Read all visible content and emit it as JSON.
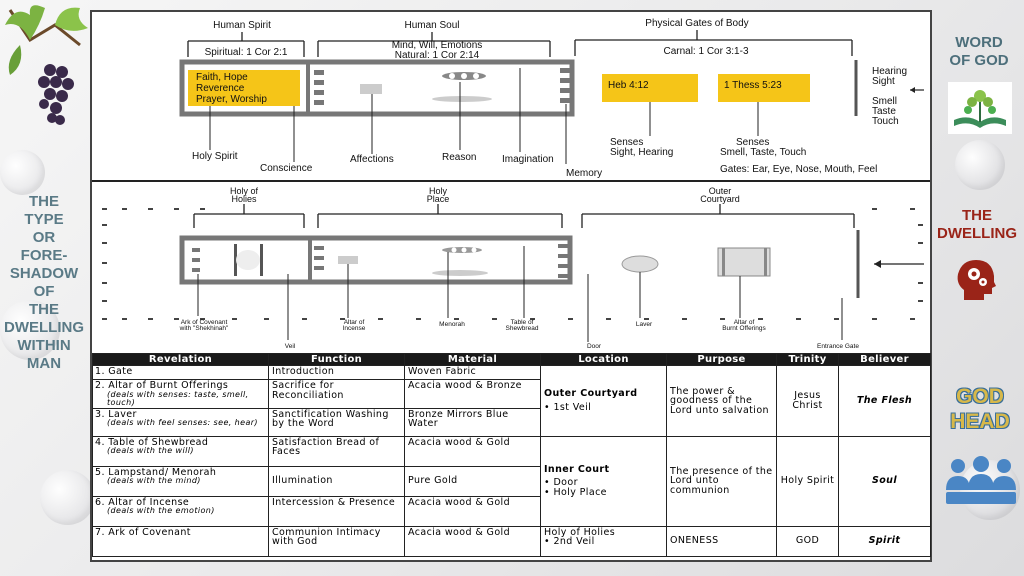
{
  "left_title": [
    "THE",
    "TYPE",
    "OR",
    "FORE-",
    "SHADOW",
    "OF",
    "THE",
    "DWELLING",
    "WITHIN",
    "MAN"
  ],
  "right_labels": {
    "word_of_god": [
      "WORD",
      "OF GOD"
    ],
    "the_dwelling": [
      "THE",
      "DWELLING"
    ],
    "god_head": [
      "GOD",
      "HEAD"
    ]
  },
  "icons": {
    "grapes": "grapes-icon",
    "book": "book-tree-icon",
    "head": "head-gears-icon",
    "people": "people-group-icon"
  },
  "colors": {
    "highlight": "#f5c518",
    "left_title": "#5a7a86",
    "dwelling": "#9a2418",
    "godhead": "#d7b84a"
  },
  "man_diagram": {
    "human_spirit": "Human Spirit",
    "human_soul": "Human Soul",
    "physical_gates": "Physical Gates of Body",
    "spiritual_ref": "Spiritual:  1 Cor 2:1",
    "soul_ref1": "Mind, Will, Emotions",
    "soul_ref2": "Natural: 1 Cor 2:14",
    "carnal_ref": "Carnal:  1 Cor 3:1-3",
    "spirit_box": [
      "Faith, Hope",
      "Reverence",
      "Prayer, Worship"
    ],
    "heb": "Heb 4:12",
    "thess": "1 Thess 5:23",
    "senses_right": [
      "Hearing",
      "Sight",
      "Smell",
      "Taste",
      "Touch"
    ],
    "labels": {
      "holy_spirit": "Holy Spirit",
      "conscience": "Conscience",
      "affections": "Affections",
      "reason": "Reason",
      "imagination": "Imagination",
      "memory": "Memory",
      "senses1": [
        "Senses",
        "Sight, Hearing"
      ],
      "senses2": [
        "Senses",
        "Smell, Taste, Touch"
      ],
      "gates": "Gates:  Ear, Eye, Nose, Mouth, Feel"
    }
  },
  "tabernacle_diagram": {
    "holy_of_holies": [
      "Holy of",
      "Holies"
    ],
    "holy_place": [
      "Holy",
      "Place"
    ],
    "outer_courtyard": [
      "Outer",
      "Courtyard"
    ],
    "labels": {
      "ark": [
        "Ark of Covenant",
        "with \"Shekhinah\""
      ],
      "veil": "Veil",
      "altar_incense": [
        "Altar of",
        "Incense"
      ],
      "menorah": "Menorah",
      "table": [
        "Table of",
        "Shewbread"
      ],
      "door": "Door",
      "laver": "Laver",
      "altar_burnt": [
        "Altar of",
        "Burnt Offerings"
      ],
      "entrance_gate": "Entrance Gate"
    }
  },
  "table": {
    "headers": [
      "Revelation",
      "Function",
      "Material",
      "Location",
      "Purpose",
      "Trinity",
      "Believer"
    ],
    "rows": [
      {
        "rev": "1.  Gate",
        "sub": "",
        "func": "Introduction",
        "mat": "Woven Fabric"
      },
      {
        "rev": "2.  Altar of Burnt Offerings",
        "sub": "(deals with senses: taste, smell, touch)",
        "func": "Sacrifice for Reconciliation",
        "mat": "Acacia wood & Bronze"
      },
      {
        "rev": "3.  Laver",
        "sub": "(deals with feel senses: see, hear)",
        "func": "Sanctification Washing by the Word",
        "mat": "Bronze Mirrors Blue Water"
      },
      {
        "rev": "4.  Table of Shewbread",
        "sub": "(deals with the will)",
        "func": "Satisfaction Bread of Faces",
        "mat": "Acacia wood & Gold"
      },
      {
        "rev": "5.  Lampstand/ Menorah",
        "sub": "(deals with the mind)",
        "func": "Illumination",
        "mat": "Pure Gold"
      },
      {
        "rev": "6.  Altar of Incense",
        "sub": "(deals with the emotion)",
        "func": "Intercession & Presence",
        "mat": "Acacia wood & Gold"
      },
      {
        "rev": "7.  Ark of Covenant",
        "sub": "",
        "func": "Communion Intimacy with God",
        "mat": "Acacia wood & Gold"
      }
    ],
    "groups": [
      {
        "loc_title": "Outer Courtyard",
        "loc_item": "1st Veil",
        "purpose": "The power & goodness of the Lord unto salvation",
        "trinity": "Jesus Christ",
        "believer": "The Flesh"
      },
      {
        "loc_title": "Inner Court",
        "loc_items": [
          "Door",
          "Holy Place"
        ],
        "purpose": "The presence of the Lord unto communion",
        "trinity": "Holy Spirit",
        "believer": "Soul"
      },
      {
        "loc_title": "Holy of Holies",
        "loc_item": "2nd Veil",
        "purpose": "ONENESS",
        "trinity": "GOD",
        "believer": "Spirit"
      }
    ]
  }
}
